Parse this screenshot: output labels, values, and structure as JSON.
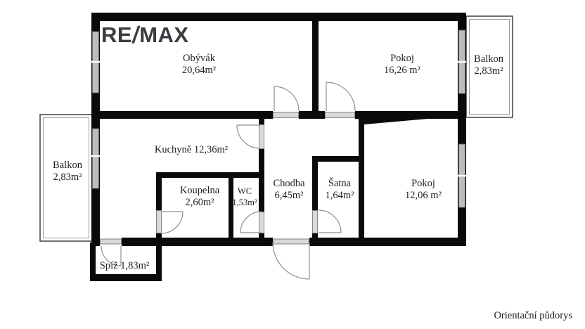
{
  "logo": {
    "re": "RE",
    "slash": "/",
    "max": "MAX"
  },
  "rooms": {
    "obyvak": {
      "name": "Obývák",
      "area": "20,64m²"
    },
    "pokoj_top": {
      "name": "Pokoj",
      "area": "16,26 m²"
    },
    "balkon_right": {
      "name": "Balkon",
      "area": "2,83m²"
    },
    "balkon_left": {
      "name": "Balkon",
      "area": "2,83m²"
    },
    "kuchyne": {
      "label": "Kuchyně 12,36m²"
    },
    "koupelna": {
      "name": "Koupelna",
      "area": "2,60m²"
    },
    "wc": {
      "name": "WC",
      "area": "1,53m²"
    },
    "chodba": {
      "name": "Chodba",
      "area": "6,45m²"
    },
    "satna": {
      "name": "Šatna",
      "area": "1,64m²"
    },
    "pokoj_right": {
      "name": "Pokoj",
      "area": "12,06 m²"
    },
    "spiz": {
      "label": "Spíž 1,83m²"
    }
  },
  "footer": {
    "caption": "Orientační půdorys"
  },
  "colors": {
    "wall": "#0a0a0a",
    "window_fill": "#bcbcbc",
    "window_edge": "#6a6a6a",
    "threshold_fill": "#d9d9d9",
    "door_arc": "#8f8f8f",
    "balcony_outline": "#4c4c4c",
    "text": "#1f1f1f",
    "logo": "#3b3b41"
  }
}
